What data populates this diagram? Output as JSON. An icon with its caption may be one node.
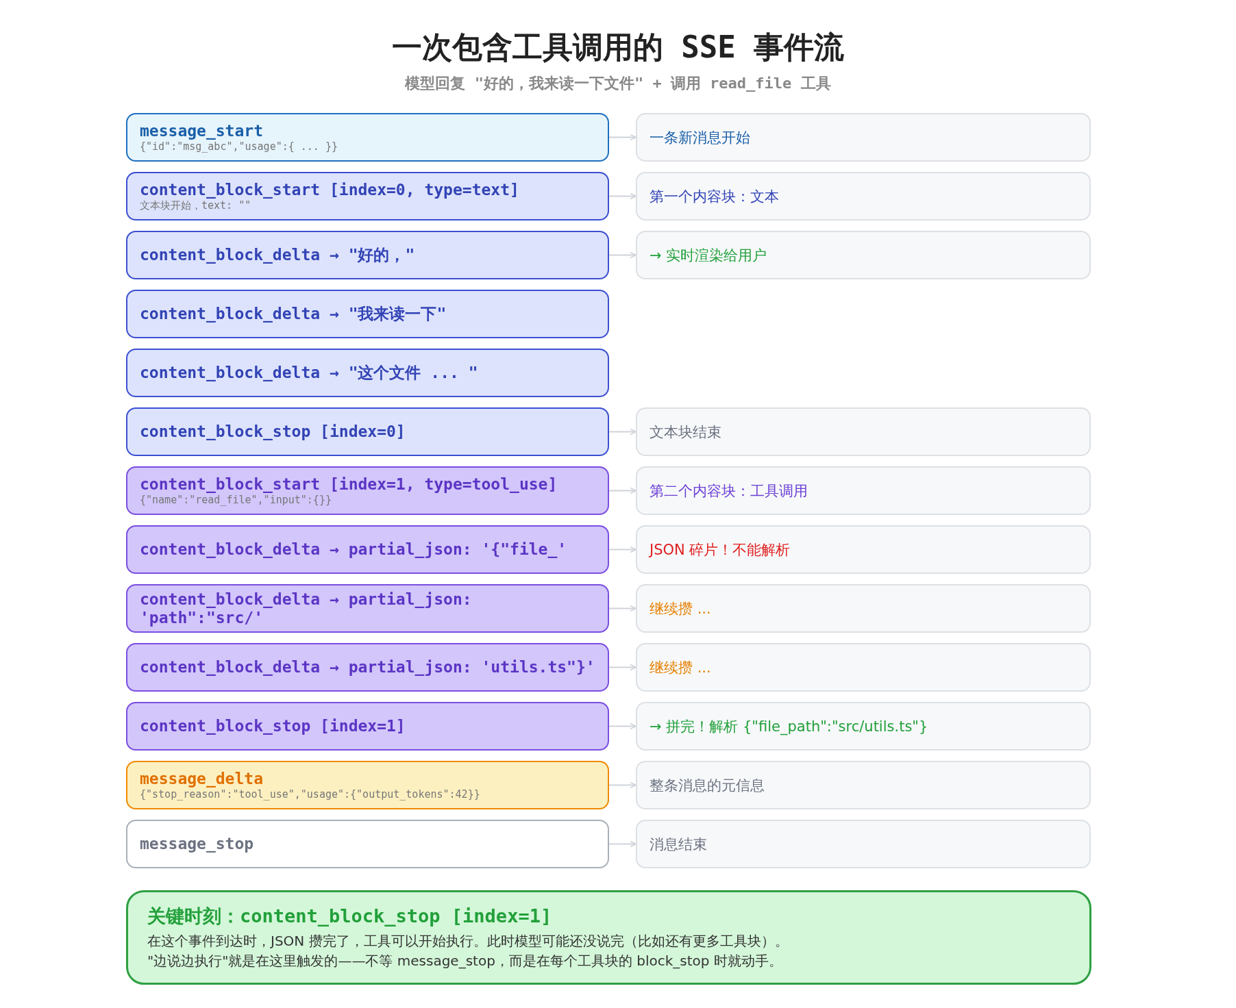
{
  "diagram": {
    "title": "一次包含工具调用的 SSE 事件流",
    "caption": "模型回复 \"好的，我来读一下文件\" + 调用 read_file 工具",
    "nodes": [
      {
        "text": [
          "message_start",
          "{\"id\":\"msg_abc\",\"usage\":{ ... }}"
        ]
      },
      {
        "text": [
          "一条新消息开始"
        ]
      },
      {
        "text": [
          "content_block_start [index=0, type=text]",
          "文本块开始，text: \"\""
        ]
      },
      {
        "text": [
          "第一个内容块：文本"
        ]
      },
      {
        "text": [
          "content_block_delta → \"好的，\""
        ]
      },
      {
        "text": [
          "→ 实时渲染给用户"
        ]
      },
      {
        "text": [
          "content_block_delta → \"我来读一下\""
        ]
      },
      {
        "text": [
          "content_block_delta → \"这个文件 ... \""
        ]
      },
      {
        "text": [
          "content_block_stop [index=0]"
        ]
      },
      {
        "text": [
          "文本块结束"
        ]
      },
      {
        "text": [
          "content_block_start [index=1, type=tool_use]",
          "{\"name\":\"read_file\",\"input\":{}}"
        ]
      },
      {
        "text": [
          "第二个内容块：工具调用"
        ]
      },
      {
        "text": [
          "content_block_delta → partial_json: '{\"file_'"
        ]
      },
      {
        "text": [
          "JSON 碎片！不能解析"
        ]
      },
      {
        "text": [
          "content_block_delta → partial_json: 'path\":\"src/'"
        ]
      },
      {
        "text": [
          "继续攒 ..."
        ]
      },
      {
        "text": [
          "content_block_delta → partial_json: 'utils.ts\"}'"
        ]
      },
      {
        "text": [
          "继续攒 ..."
        ]
      },
      {
        "text": [
          "content_block_stop [index=1]"
        ]
      },
      {
        "text": [
          "→ 拼完！解析 {\"file_path\":\"src/utils.ts\"}"
        ]
      },
      {
        "text": [
          "message_delta",
          "{\"stop_reason\":\"tool_use\",\"usage\":{\"output_tokens\":42}}"
        ]
      },
      {
        "text": [
          "整条消息的元信息"
        ]
      },
      {
        "text": [
          "message_stop"
        ]
      },
      {
        "text": [
          "消息结束"
        ]
      },
      {
        "text": [
          "关键时刻：content_block_stop [index=1]",
          "在这个事件到达时，JSON 攒完了，工具可以开始执行。此时模型可能还没说完（比如还有更多工具块）。",
          "\"边说边执行\"就是在这里触发的——不等 message_stop，而是在每个工具块的 block_stop 时就动手。"
        ]
      }
    ],
    "edges": [
      {
        "from": 0,
        "to": 1,
        "arrow": "to"
      },
      {
        "from": 2,
        "to": 3,
        "arrow": "to"
      },
      {
        "from": 4,
        "to": 5,
        "arrow": "to"
      },
      {
        "from": 8,
        "to": 9,
        "arrow": "to"
      },
      {
        "from": 10,
        "to": 11,
        "arrow": "to"
      },
      {
        "from": 12,
        "to": 13,
        "arrow": "to"
      },
      {
        "from": 14,
        "to": 15,
        "arrow": "to"
      },
      {
        "from": 16,
        "to": 17,
        "arrow": "to"
      },
      {
        "from": 18,
        "to": 19,
        "arrow": "to"
      },
      {
        "from": 20,
        "to": 21,
        "arrow": "to"
      },
      {
        "from": 22,
        "to": 23,
        "arrow": "to"
      }
    ]
  }
}
